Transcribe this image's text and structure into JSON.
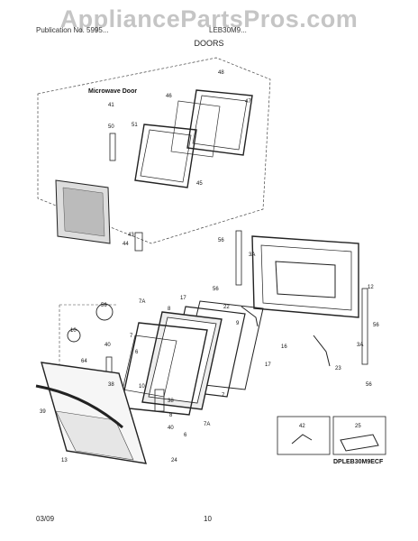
{
  "watermark": "AppliancePartsPros.com",
  "header": {
    "left": "Publication No. 5995...",
    "right": "LEB30M9...",
    "section_title": "DOORS"
  },
  "diagram": {
    "microwave_label": "Microwave Door",
    "part_numbers": {
      "p48": "48",
      "p47": "47",
      "p46": "46",
      "p41": "41",
      "p51": "51",
      "p50": "50",
      "p45": "45",
      "p43": "43",
      "p44": "44",
      "p56a": "56",
      "p56b": "56",
      "p56c": "56",
      "p56d": "56",
      "p3a_a": "3A",
      "p3a_b": "3A",
      "p12": "12",
      "p22": "22",
      "p9": "9",
      "p16": "16",
      "p23": "23",
      "p7a_a": "7A",
      "p7a_b": "7A",
      "p8_a": "8",
      "p8_b": "8",
      "p17_a": "17",
      "p17_b": "17",
      "p7_a": "7",
      "p7_b": "7",
      "p6_a": "6",
      "p6_b": "6",
      "p10_a": "10",
      "p10_b": "10",
      "p64": "64",
      "p40_a": "40",
      "p40_b": "40",
      "p38_a": "38",
      "p38_b": "38",
      "p39": "39",
      "p13": "13",
      "p24": "24",
      "p56e": "56",
      "p42": "42",
      "p25": "25"
    },
    "model_code": "DPLEB30M9ECF"
  },
  "footer": {
    "date": "03/09",
    "page": "10"
  }
}
